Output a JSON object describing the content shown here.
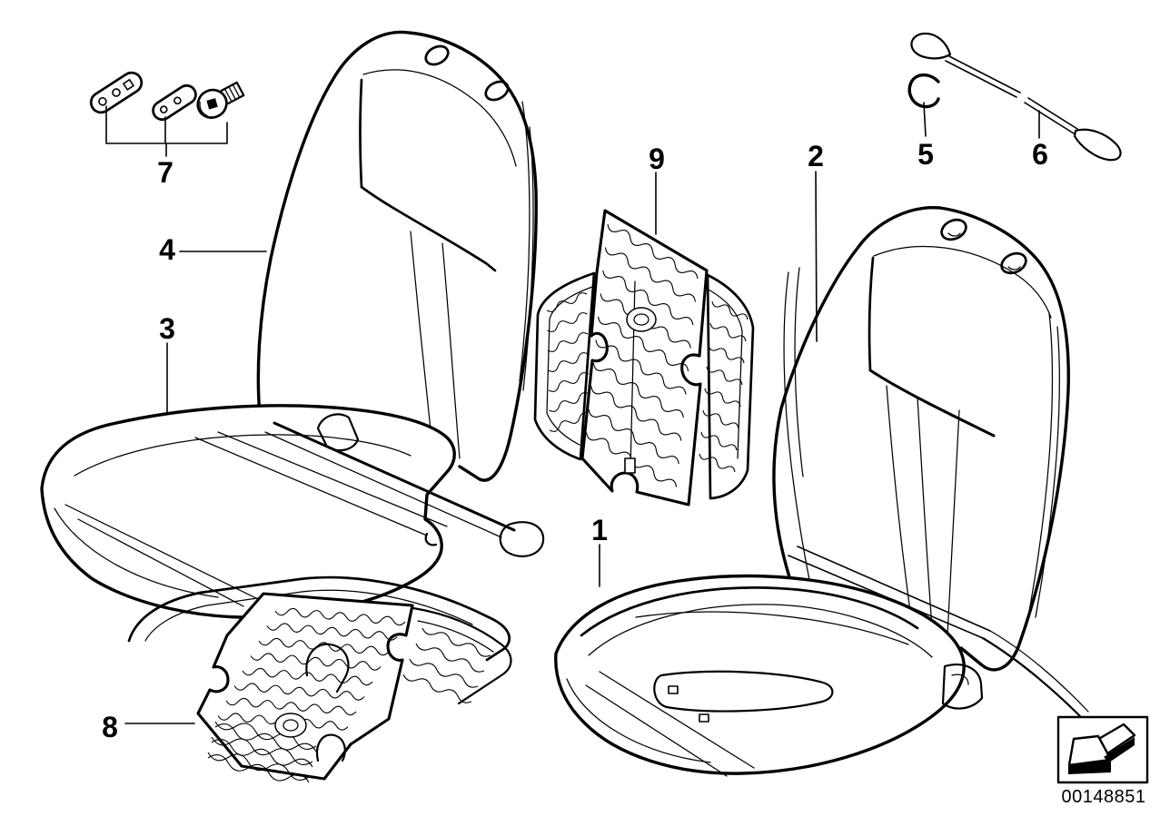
{
  "diagram": {
    "type": "exploded-parts-diagram",
    "background_color": "#ffffff",
    "line_color": "#000000",
    "callouts": [
      {
        "label": "1"
      },
      {
        "label": "2"
      },
      {
        "label": "3"
      },
      {
        "label": "4"
      },
      {
        "label": "5"
      },
      {
        "label": "6"
      },
      {
        "label": "7"
      },
      {
        "label": "8"
      },
      {
        "label": "9"
      }
    ]
  },
  "footer": {
    "part_number": "00148851",
    "arrow_icon": "arrow-down-left"
  }
}
